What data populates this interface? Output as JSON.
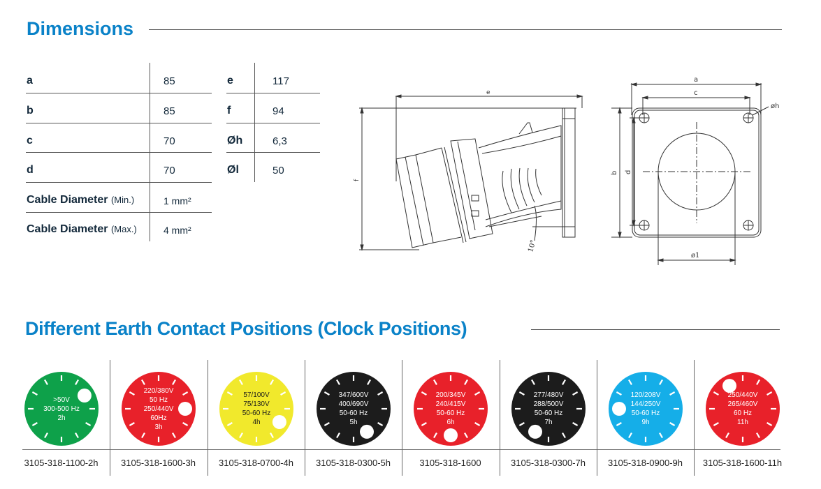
{
  "dimensions": {
    "title": "Dimensions",
    "left_table": [
      {
        "label": "a",
        "value": "85"
      },
      {
        "label": "b",
        "value": "85"
      },
      {
        "label": "c",
        "value": "70"
      },
      {
        "label": "d",
        "value": "70"
      },
      {
        "label": "Cable Diameter",
        "qualifier": "(Min.)",
        "value": "1 mm²"
      },
      {
        "label": "Cable Diameter",
        "qualifier": "(Max.)",
        "value": "4 mm²"
      }
    ],
    "right_table": [
      {
        "label": "e",
        "value": "117"
      },
      {
        "label": "f",
        "value": "94"
      },
      {
        "label": "Øh",
        "value": "6,3"
      },
      {
        "label": "Øl",
        "value": "50"
      }
    ],
    "drawing_labels": {
      "side_e": "e",
      "side_f": "f",
      "angle": "10°",
      "front_a": "a",
      "front_c": "c",
      "front_b": "b",
      "front_d": "d",
      "front_h": "øh",
      "front_l": "ø1"
    }
  },
  "earth_contact": {
    "title": "Different Earth Contact Positions (Clock Positions)",
    "items": [
      {
        "color": "#0ea14a",
        "lines": [
          ">50V",
          "300-500 Hz",
          "2h"
        ],
        "clock": 2,
        "dark_text": false,
        "code": "3105-318-1100-2h"
      },
      {
        "color": "#e8212a",
        "lines": [
          "220/380V",
          "50 Hz",
          "250/440V",
          "60Hz",
          "3h"
        ],
        "clock": 3,
        "dark_text": false,
        "code": "3105-318-1600-3h"
      },
      {
        "color": "#f1e92c",
        "lines": [
          "57/100V",
          "75/130V",
          "50-60 Hz",
          "4h"
        ],
        "clock": 4,
        "dark_text": true,
        "code": "3105-318-0700-4h"
      },
      {
        "color": "#1c1c1c",
        "lines": [
          "347/600V",
          "400/690V",
          "50-60 Hz",
          "5h"
        ],
        "clock": 5,
        "dark_text": false,
        "code": "3105-318-0300-5h"
      },
      {
        "color": "#e8212a",
        "lines": [
          "200/345V",
          "240/415V",
          "50-60 Hz",
          "6h"
        ],
        "clock": 6,
        "dark_text": false,
        "code": "3105-318-1600"
      },
      {
        "color": "#1c1c1c",
        "lines": [
          "277/480V",
          "288/500V",
          "50-60 Hz",
          "7h"
        ],
        "clock": 7,
        "dark_text": false,
        "code": "3105-318-0300-7h"
      },
      {
        "color": "#15aee8",
        "lines": [
          "120/208V",
          "144/250V",
          "50-60 Hz",
          "9h"
        ],
        "clock": 9,
        "dark_text": false,
        "code": "3105-318-0900-9h"
      },
      {
        "color": "#e8212a",
        "lines": [
          "250/440V",
          "265/460V",
          "60 Hz",
          "11h"
        ],
        "clock": 11,
        "dark_text": false,
        "code": "3105-318-1600-11h"
      }
    ]
  }
}
